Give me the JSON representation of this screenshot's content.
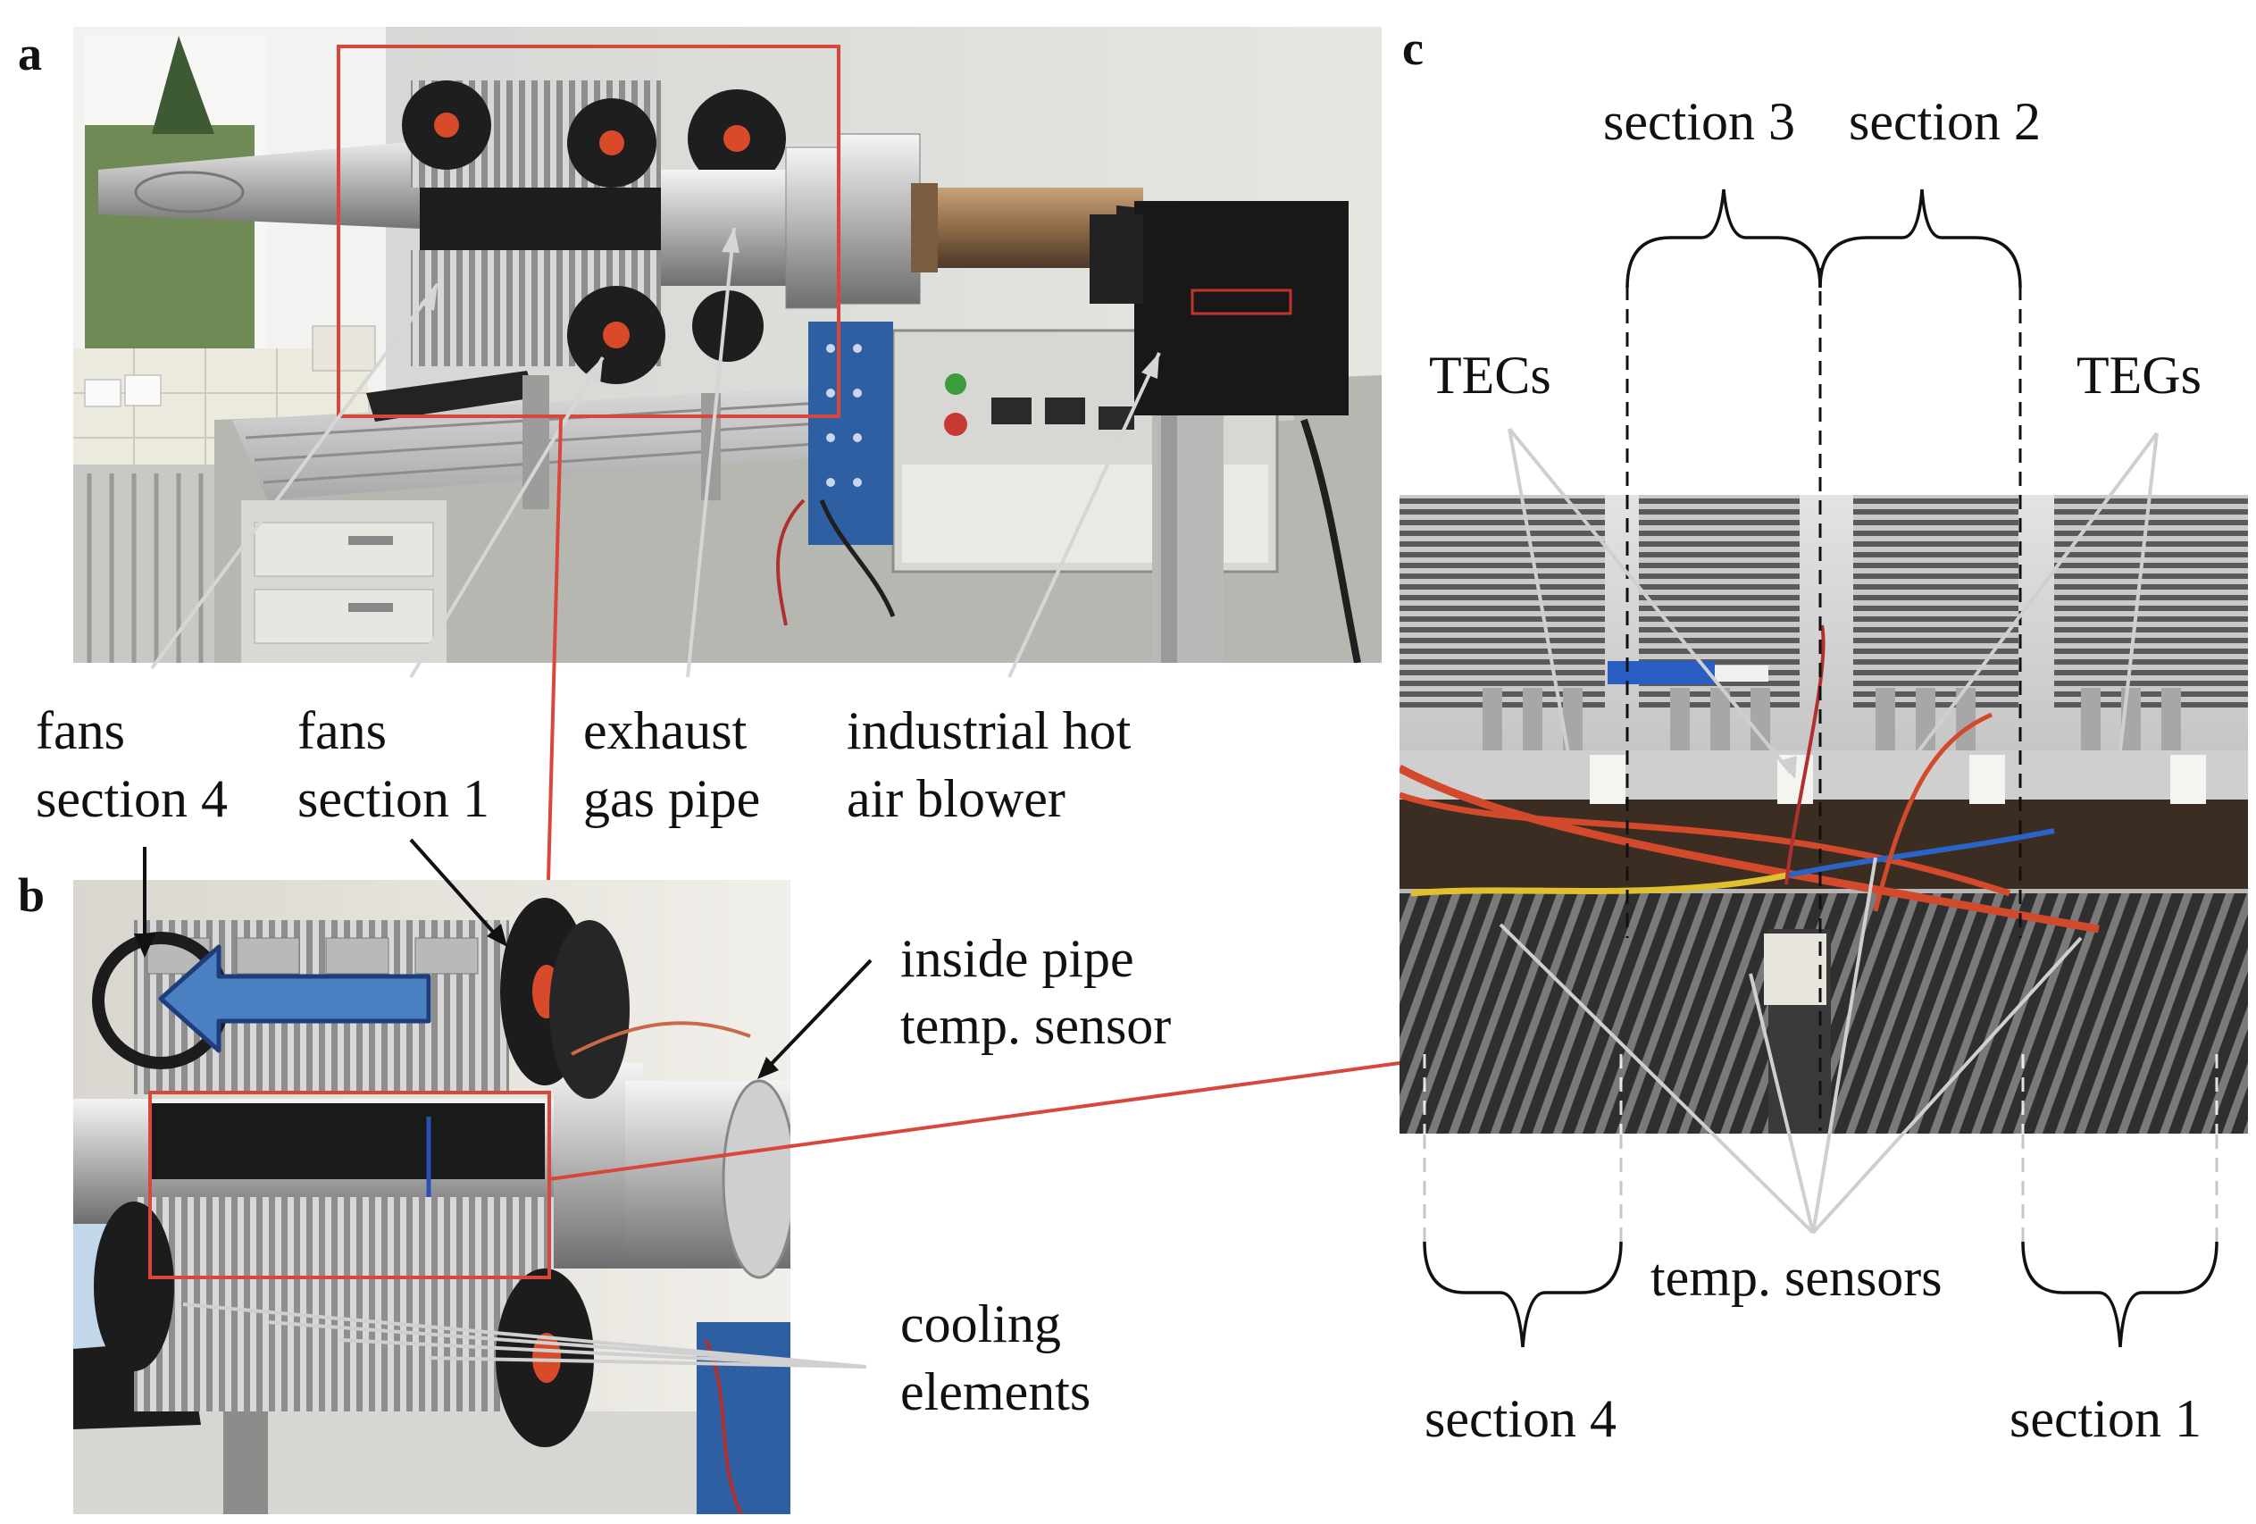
{
  "panels": {
    "a": {
      "letter": "a"
    },
    "b": {
      "letter": "b"
    },
    "c": {
      "letter": "c"
    }
  },
  "labels_a": {
    "fans_section4": [
      "fans",
      "section 4"
    ],
    "fans_section1": [
      "fans",
      "section 1"
    ],
    "exhaust": [
      "exhaust",
      "gas pipe"
    ],
    "blower": [
      "industrial hot",
      "air blower"
    ]
  },
  "labels_b": {
    "inside_sensor": [
      "inside pipe",
      "temp. sensor"
    ],
    "cooling": [
      "cooling",
      "elements"
    ]
  },
  "labels_c": {
    "section3": "section 3",
    "section2": "section 2",
    "tecs": "TECs",
    "tegs": "TEGs",
    "temp_sensors": "temp. sensors",
    "section4": "section 4",
    "section1": "section 1"
  },
  "colors": {
    "highlight_box": "#d9463c",
    "flow_arrow": "#4a7fc1",
    "pointer_gray": "#c8c8c8",
    "pointer_black": "#111111"
  }
}
